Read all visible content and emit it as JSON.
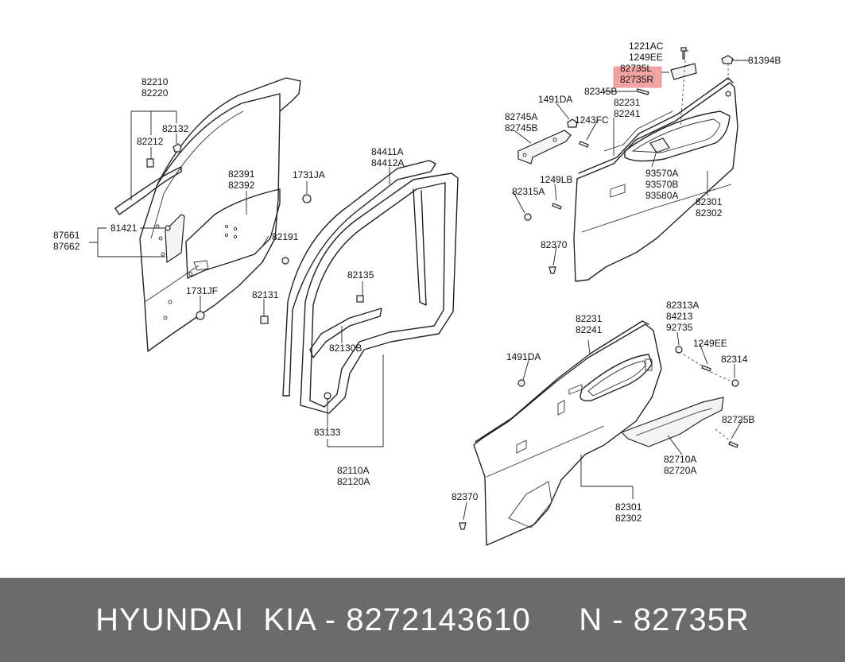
{
  "labels": {
    "l82210": "82210",
    "l82220": "82220",
    "l82212": "82212",
    "l82132": "82132",
    "l82391": "82391",
    "l82392": "82392",
    "l1731JA": "1731JA",
    "l87661": "87661",
    "l87662": "87662",
    "l81421": "81421",
    "l82191": "82191",
    "l1731JF": "1731JF",
    "l82131": "82131",
    "l84411A": "84411A",
    "l84412A": "84412A",
    "l82135": "82135",
    "l82130B": "82130B",
    "l83133": "83133",
    "l82110A": "82110A",
    "l82120A": "82120A",
    "l1221AC": "1221AC",
    "l1249EE_a": "1249EE",
    "l82735L": "82735L",
    "l82735R": "82735R",
    "l81394B": "81394B",
    "l82345B": "82345B",
    "l1491DA_a": "1491DA",
    "l82231_a": "82231",
    "l82241_a": "82241",
    "l82745A": "82745A",
    "l82745B": "82745B",
    "l1243FC": "1243FC",
    "l1249LB": "1249LB",
    "l82315A": "82315A",
    "l93570A": "93570A",
    "l93570B": "93570B",
    "l93580A": "93580A",
    "l82301_a": "82301",
    "l82302_a": "82302",
    "l82370_a": "82370",
    "l82231_b": "82231",
    "l82241_b": "82241",
    "l82313A": "82313A",
    "l84213": "84213",
    "l92735": "92735",
    "l1249EE_b": "1249EE",
    "l1491DA_b": "1491DA",
    "l82314": "82314",
    "l82725B": "82725B",
    "l82710A": "82710A",
    "l82720A": "82720A",
    "l82370_b": "82370",
    "l82301_b": "82301",
    "l82302_b": "82302"
  },
  "highlight_color": "#f4a3a3",
  "footer": {
    "text": "HYUNDAI  KIA - 8272143610     N - 82735R",
    "background": "#6b6b6b",
    "color": "#ffffff"
  }
}
